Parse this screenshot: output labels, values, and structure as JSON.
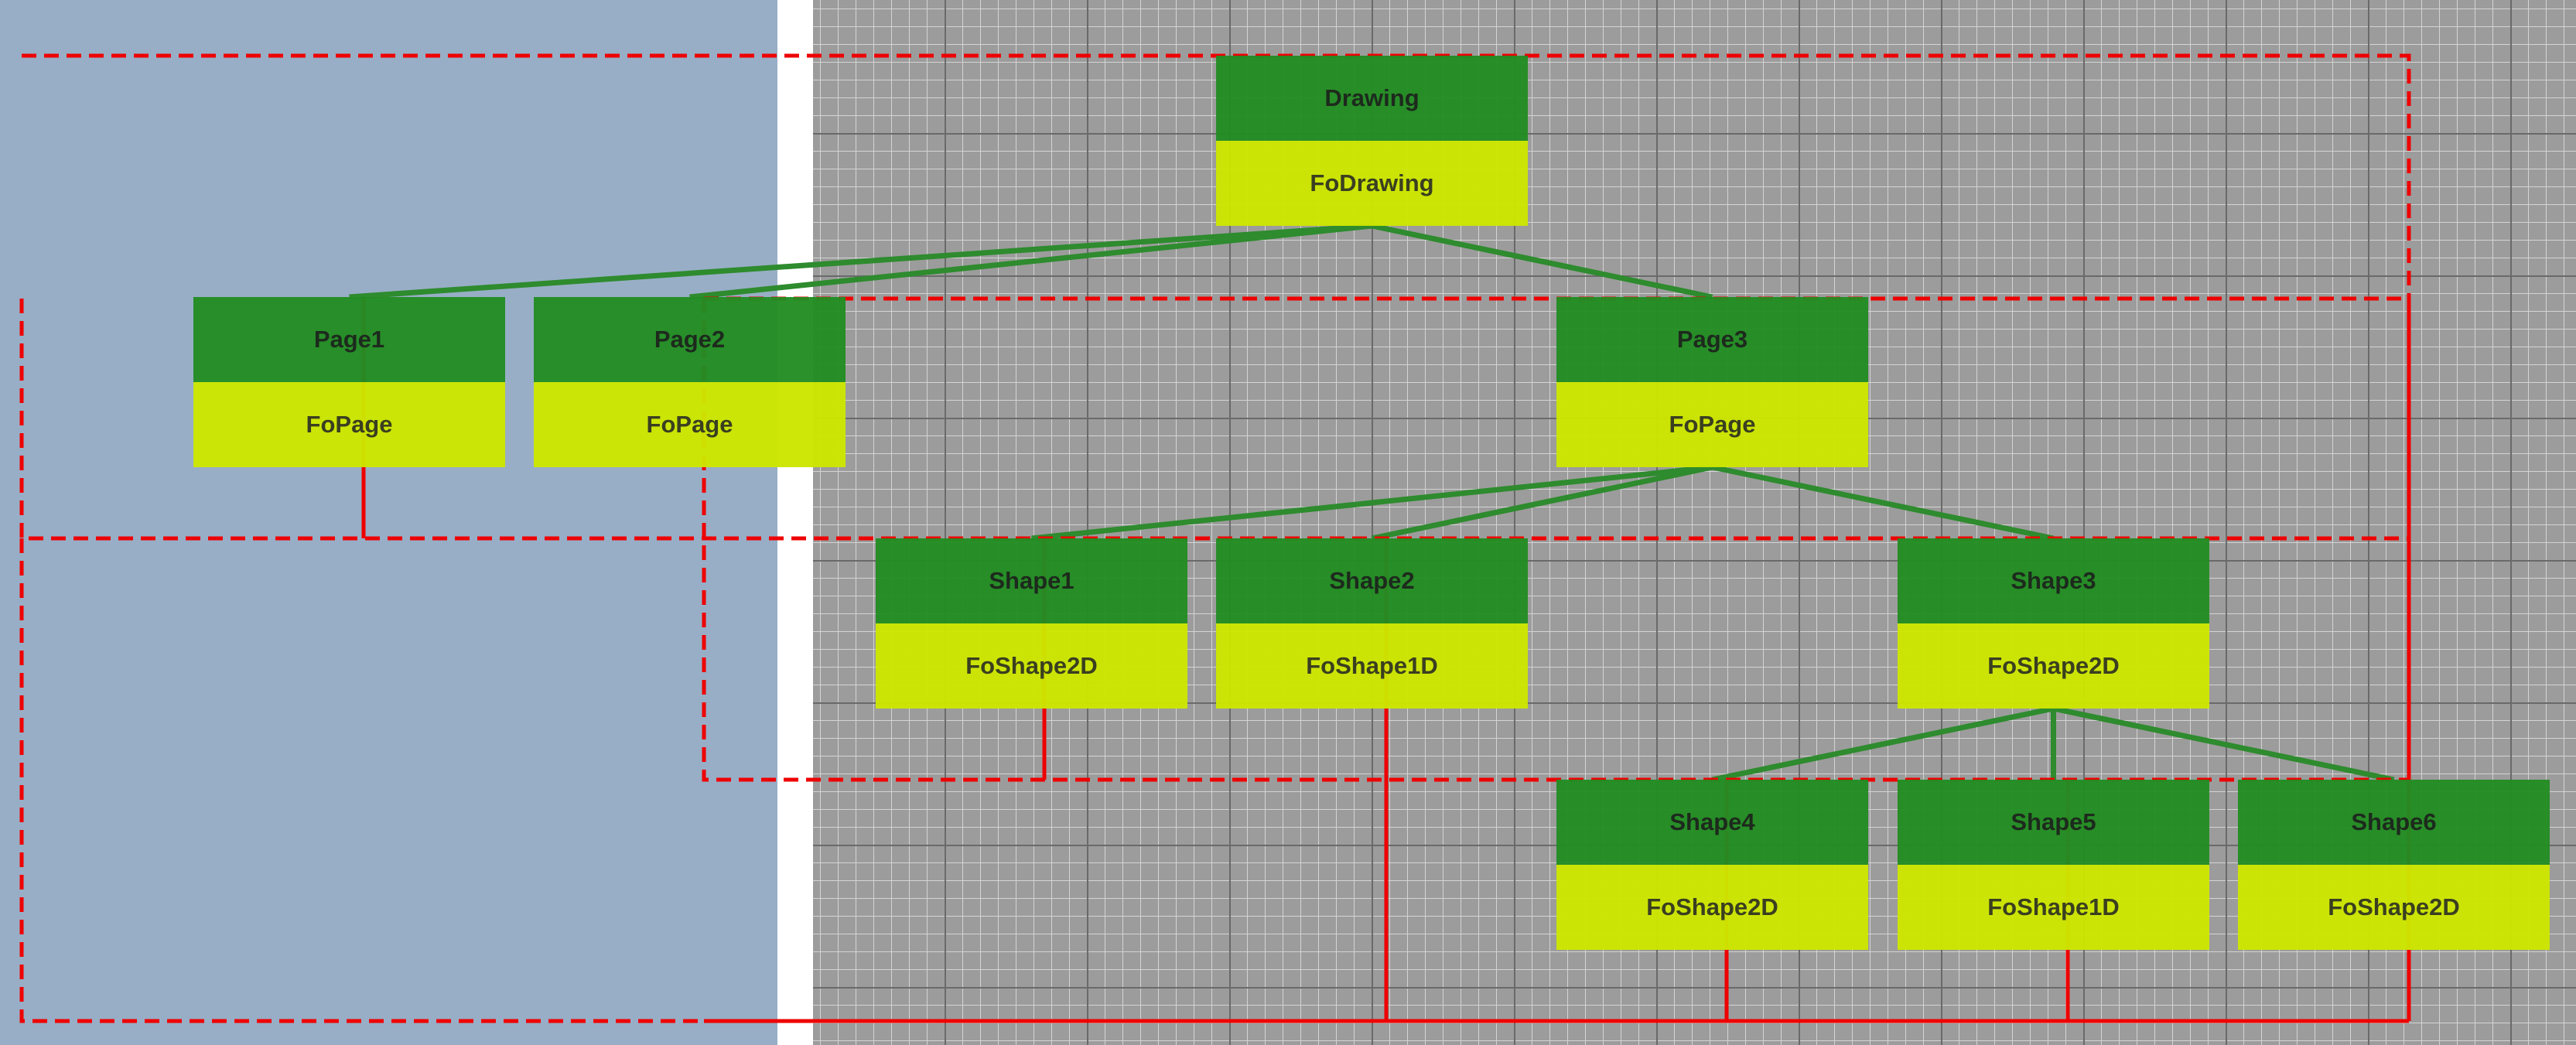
{
  "colors": {
    "left_panel": "#98aec6",
    "canvas_bg": "#9c9c9c",
    "grid_major": "#6a6a6a",
    "grid_minor": "#d4d4d4",
    "header_fill": "#228c22",
    "type_fill": "#cce600",
    "edge": "#2e8b2e",
    "frame": "#ee0000"
  },
  "nodes": [
    {
      "id": "drawing",
      "name": "Drawing",
      "type": "FoDrawing"
    },
    {
      "id": "page1",
      "name": "Page1",
      "type": "FoPage"
    },
    {
      "id": "page2",
      "name": "Page2",
      "type": "FoPage"
    },
    {
      "id": "page3",
      "name": "Page3",
      "type": "FoPage"
    },
    {
      "id": "shape1",
      "name": "Shape1",
      "type": "FoShape2D"
    },
    {
      "id": "shape2",
      "name": "Shape2",
      "type": "FoShape1D"
    },
    {
      "id": "shape3",
      "name": "Shape3",
      "type": "FoShape2D"
    },
    {
      "id": "shape4",
      "name": "Shape4",
      "type": "FoShape2D"
    },
    {
      "id": "shape5",
      "name": "Shape5",
      "type": "FoShape1D"
    },
    {
      "id": "shape6",
      "name": "Shape6",
      "type": "FoShape2D"
    }
  ],
  "edges": [
    {
      "from": "drawing",
      "to": "page1"
    },
    {
      "from": "drawing",
      "to": "page2"
    },
    {
      "from": "drawing",
      "to": "page3"
    },
    {
      "from": "page3",
      "to": "shape1"
    },
    {
      "from": "page3",
      "to": "shape2"
    },
    {
      "from": "page3",
      "to": "shape3"
    },
    {
      "from": "shape3",
      "to": "shape4"
    },
    {
      "from": "shape3",
      "to": "shape5"
    },
    {
      "from": "shape3",
      "to": "shape6"
    }
  ]
}
